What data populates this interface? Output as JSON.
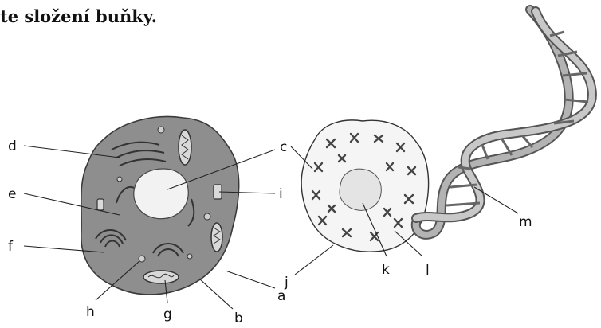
{
  "heading": "te složení buňky.",
  "labels": {
    "a": "a",
    "b": "b",
    "c": "c",
    "d": "d",
    "e": "e",
    "f": "f",
    "g": "g",
    "h": "h",
    "i": "i",
    "j": "j",
    "k": "k",
    "l": "l",
    "m": "m"
  }
}
